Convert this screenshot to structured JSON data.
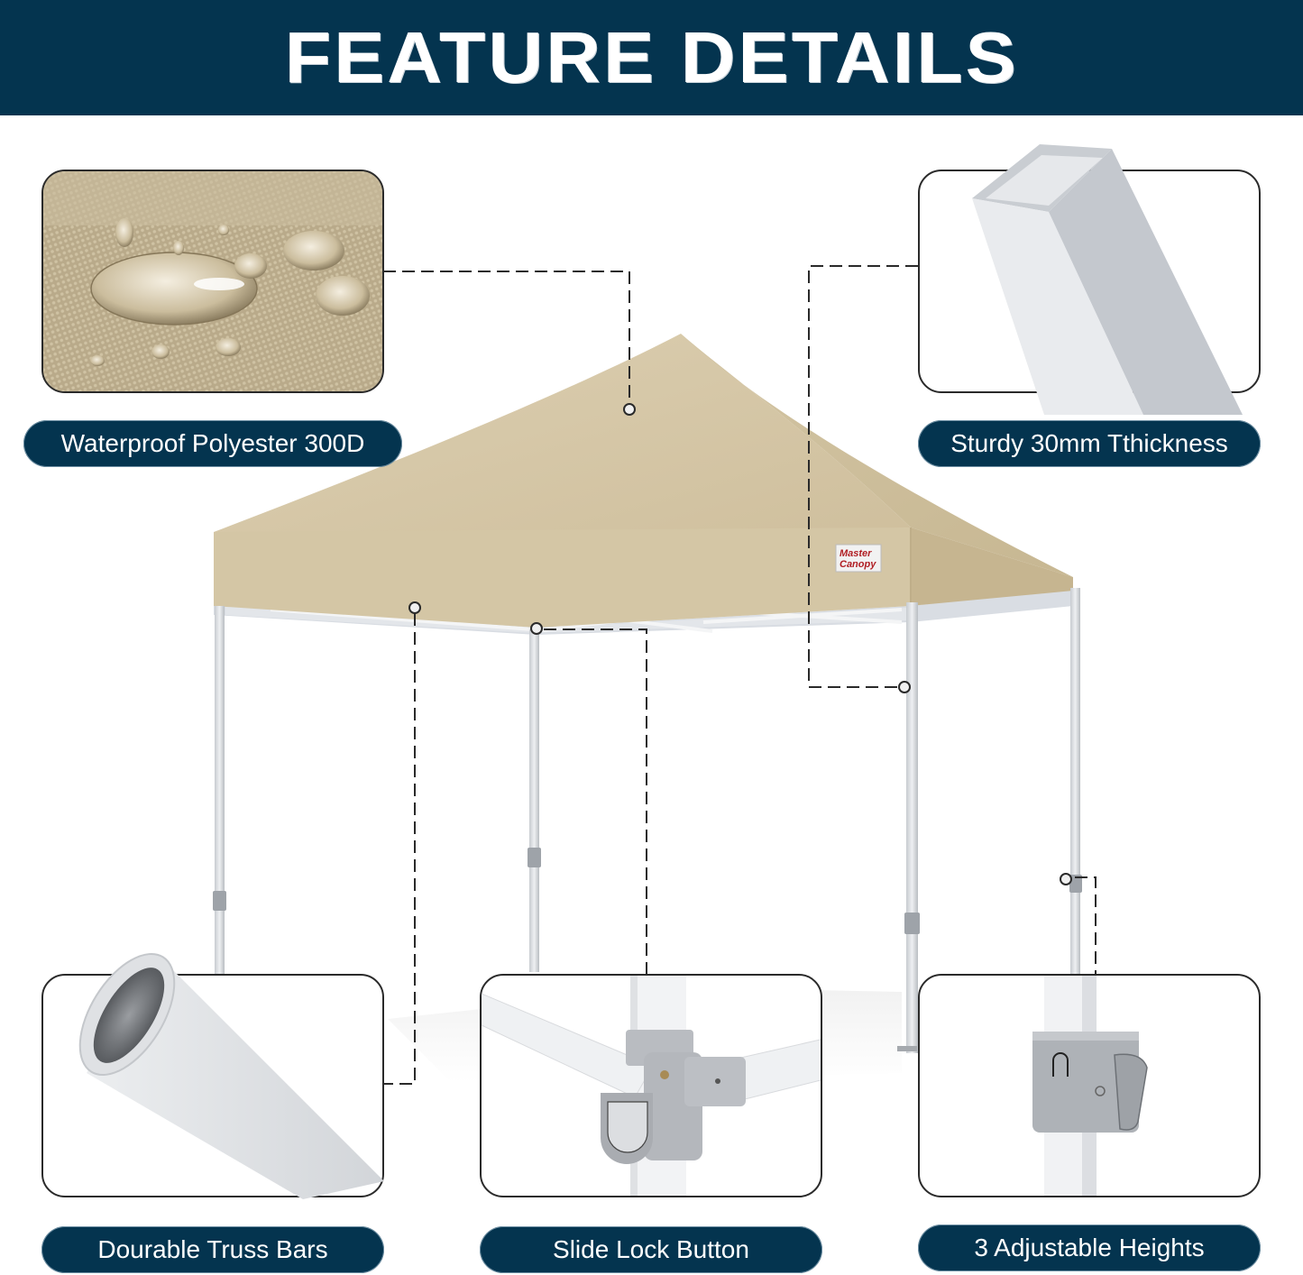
{
  "header": {
    "title": "FEATURE DETAILS",
    "background_color": "#04344f",
    "text_color": "#ffffff"
  },
  "features": [
    {
      "id": "fabric",
      "label": "Waterproof Polyester 300D",
      "image": "water-droplets-on-beige-fabric"
    },
    {
      "id": "leg",
      "label": "Sturdy 30mm Tthickness",
      "image": "square-steel-tube"
    },
    {
      "id": "truss",
      "label": "Dourable Truss Bars",
      "image": "oval-truss-tube"
    },
    {
      "id": "slide-lock",
      "label": "Slide Lock Button",
      "image": "slider-joint-with-button"
    },
    {
      "id": "heights",
      "label": "3 Adjustable Heights",
      "image": "leg-height-lock-clip"
    }
  ],
  "product": {
    "brand_label_line1": "Master",
    "brand_label_line2": "Canopy",
    "canopy_color": "#d6c8a8",
    "frame_color": "#dfe2e6"
  },
  "colors": {
    "pill_bg": "#04344f",
    "pill_text": "#ffffff",
    "frame_border": "#2a2a2a",
    "leader_line": "#2a2a2a"
  }
}
